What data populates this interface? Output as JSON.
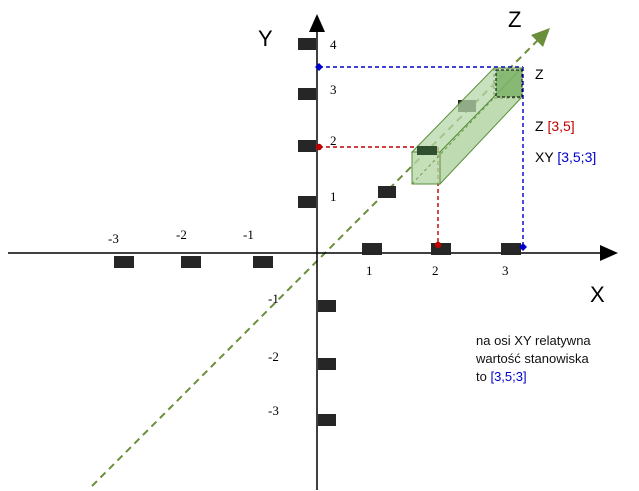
{
  "axes": {
    "x_label": "X",
    "y_label": "Y",
    "z_label": "Z"
  },
  "ticks": {
    "x_positive": [
      "1",
      "2",
      "3"
    ],
    "x_negative": [
      "-3",
      "-2",
      "-1"
    ],
    "y_positive": [
      "1",
      "2",
      "3",
      "4"
    ],
    "y_negative": [
      "-1",
      "-2",
      "-3"
    ]
  },
  "point": {
    "z_label": "Z",
    "z_prefix": "Z",
    "z_value": "[3,5]",
    "xy_prefix": "XY",
    "xy_value": "[3,5;3]"
  },
  "note": {
    "line1": "na osi XY relatywna",
    "line2": "wartość stanowiska",
    "line3_prefix": "to",
    "line3_value": "[3,5;3]"
  },
  "colors": {
    "axis": "#000000",
    "tick_block": "#262626",
    "z_axis": "#6b8e3a",
    "red_guide": "#c00000",
    "blue_guide": "#0000cc",
    "box_fill": "#b6d7a8",
    "box_stroke": "#5a8f3a"
  }
}
